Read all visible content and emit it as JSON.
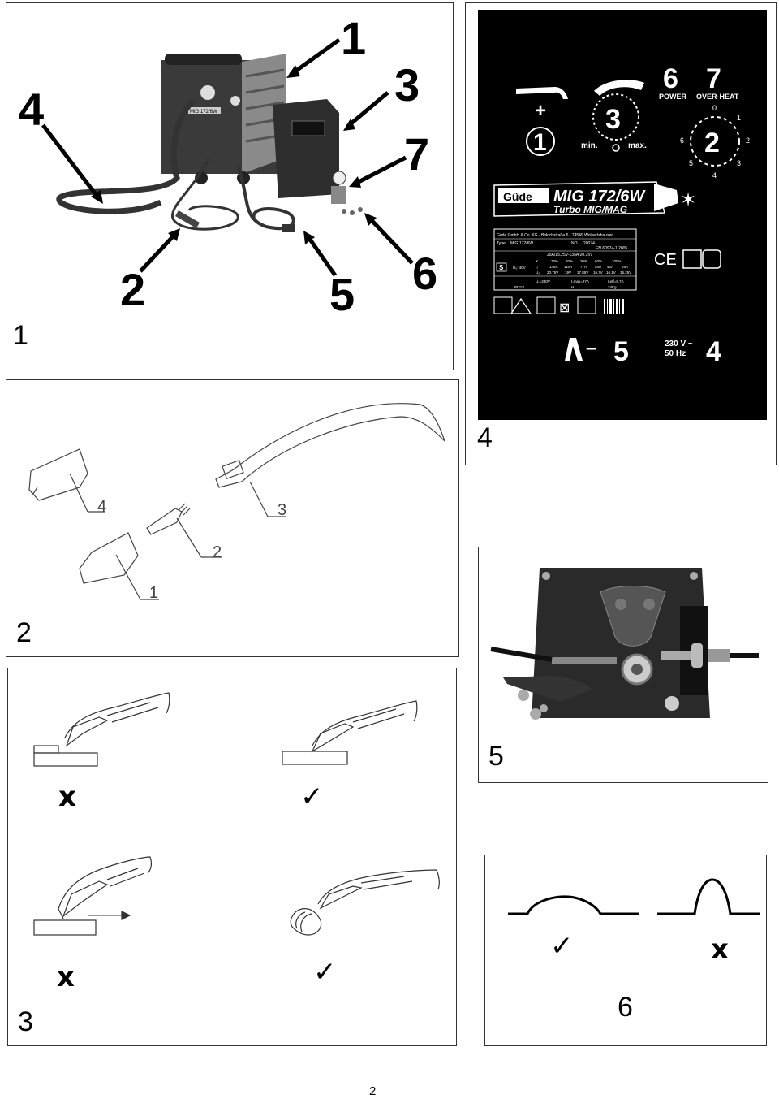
{
  "figure1": {
    "number": "1",
    "callouts": [
      "1",
      "2",
      "3",
      "4",
      "5",
      "6",
      "7"
    ],
    "machine_label": "MIG 172/6W"
  },
  "figure2": {
    "number": "2",
    "parts": [
      "1",
      "2",
      "3",
      "4"
    ]
  },
  "figure3": {
    "number": "3",
    "marks": [
      "x",
      "✓",
      "x",
      "✓"
    ]
  },
  "figure4": {
    "number": "4",
    "panel": {
      "torch_sign": "+",
      "knob_number": "3",
      "knob_min": "min.",
      "knob_max": "max.",
      "torch_number": "1",
      "power_number": "6",
      "power_label": "POWER",
      "overheat_number": "7",
      "overheat_label": "OVER-HEAT",
      "switch_number": "2",
      "switch_positions": [
        "0",
        "1",
        "2",
        "3",
        "4",
        "5",
        "6"
      ],
      "brand": "Güde",
      "model": "MIG 172/6W",
      "subtitle": "Turbo MIG/MAG",
      "rating": {
        "maker": "Güde GmbH & Co. KG - Birkichstraße 6 - 74549 Wolpertshausen",
        "type_label": "Type:",
        "type_value": "MIG 172/6W",
        "no_label": "NO.:",
        "no_value": "20074",
        "standard": "EN 60974-1:2005",
        "range": "25A/15.25V-135A/20.75V",
        "row_x": [
          "X",
          "10%",
          "20%",
          "30%",
          "60%",
          "100%"
        ],
        "u0": "U₀: 40V",
        "row_i2": [
          "I₂",
          "145A",
          "110A",
          "77A",
          "54A",
          "42A",
          "25A"
        ],
        "row_u2": [
          "U₂",
          "20.75V",
          "19V",
          "17.85V",
          "16.7V",
          "16.1V",
          "15.25V"
        ],
        "u1": "U₁=230V",
        "i1max": "I₁max=27A",
        "i1eff": "I₁eff=9.7A",
        "ip": "IP21S",
        "h": "H",
        "weight": "34Kg",
        "s_label": "S"
      },
      "ground_number": "5",
      "ground_sign": "–",
      "mains_voltage": "230 V ~",
      "mains_freq": "50 Hz",
      "mains_number": "4",
      "ce": "CE"
    }
  },
  "figure5": {
    "number": "5"
  },
  "figure6": {
    "number": "6",
    "marks": [
      "✓",
      "x"
    ]
  },
  "page_number": "2"
}
